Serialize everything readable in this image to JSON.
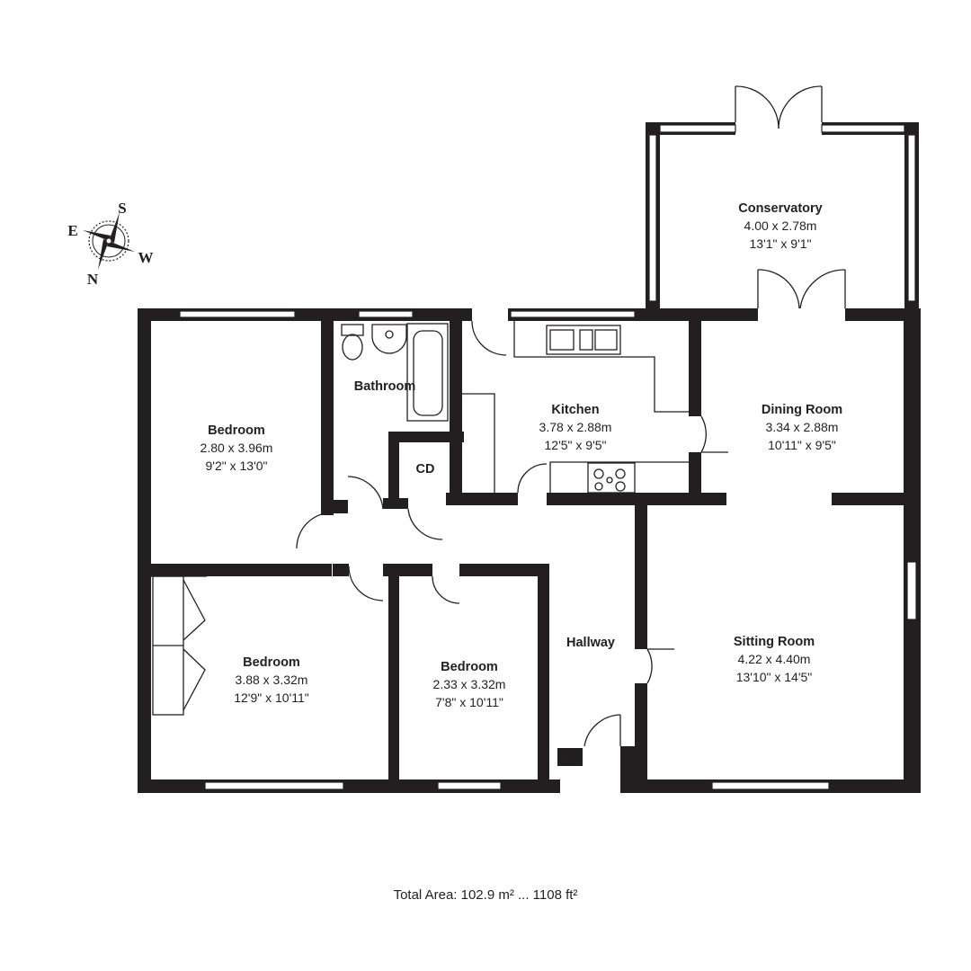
{
  "rooms": {
    "conservatory": {
      "name": "Conservatory",
      "metric": "4.00 x 2.78m",
      "imperial": "13'1\" x 9'1\""
    },
    "bedroom1": {
      "name": "Bedroom",
      "metric": "2.80 x 3.96m",
      "imperial": "9'2\" x 13'0\""
    },
    "bathroom": {
      "name": "Bathroom"
    },
    "cd": {
      "name": "CD"
    },
    "kitchen": {
      "name": "Kitchen",
      "metric": "3.78 x 2.88m",
      "imperial": "12'5\" x 9'5\""
    },
    "dining": {
      "name": "Dining Room",
      "metric": "3.34 x 2.88m",
      "imperial": "10'11\" x 9'5\""
    },
    "hallway": {
      "name": "Hallway"
    },
    "sitting": {
      "name": "Sitting Room",
      "metric": "4.22 x 4.40m",
      "imperial": "13'10\" x 14'5\""
    },
    "bedroom2": {
      "name": "Bedroom",
      "metric": "3.88 x 3.32m",
      "imperial": "12'9\" x 10'11\""
    },
    "bedroom3": {
      "name": "Bedroom",
      "metric": "2.33 x 3.32m",
      "imperial": "7'8\" x 10'11\""
    }
  },
  "compass": {
    "top": "S",
    "left": "E",
    "right": "W",
    "bottom": "N"
  },
  "total_area": "Total Area: 102.9 m² ... 1108 ft²",
  "colors": {
    "ink": "#231f20",
    "background": "#ffffff"
  }
}
